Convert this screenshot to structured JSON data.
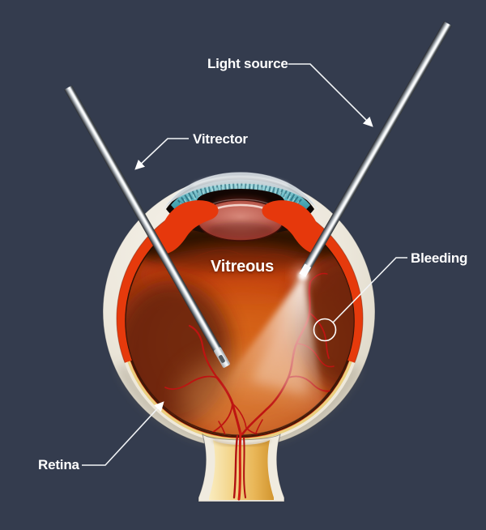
{
  "background_color": "#343c4e",
  "illustration": {
    "name": "Vitrectomy cross-section of the eye",
    "labels": {
      "light_source": "Light source",
      "vitrector": "Vitrector",
      "vitreous": "Vitreous",
      "bleeding": "Bleeding",
      "retina": "Retina"
    },
    "colors": {
      "label_text": "#ffffff",
      "leader_line": "#f2f4f6",
      "sclera": "#ece7db",
      "choroid_ring": "#e63a0c",
      "vitreous_cavity": "#c5500f",
      "hemorrhage_shadow": "#63230f",
      "vessel_red": "#be1412",
      "iris_teal": "#49a7b5",
      "lens_pink": "#c4685b",
      "optic_nerve_gold": "#edc264",
      "instrument_metal": "#d5dade",
      "light_beam": "#fff8ee"
    }
  }
}
